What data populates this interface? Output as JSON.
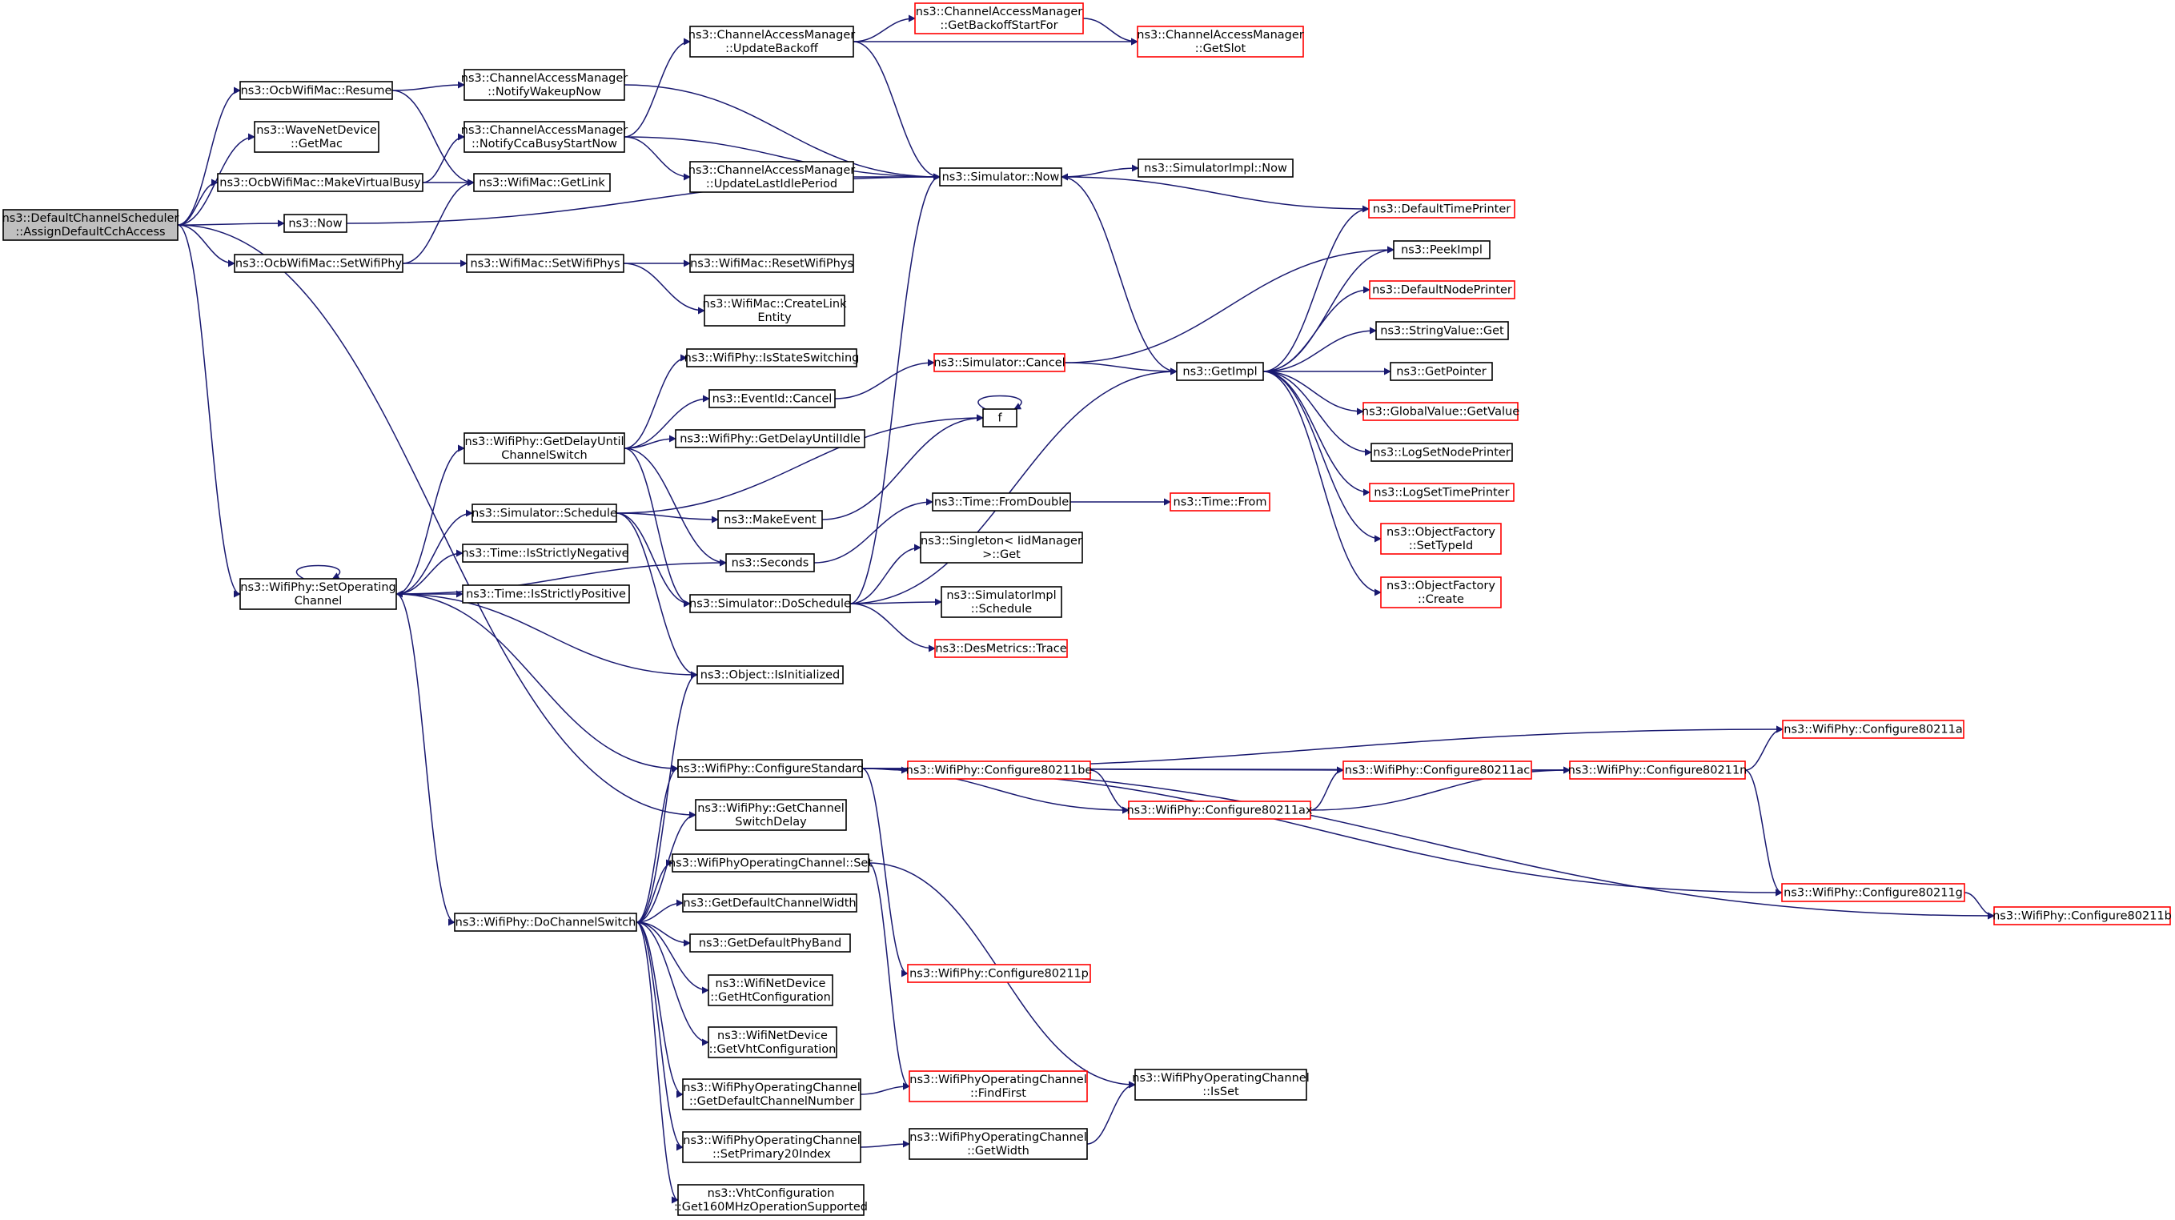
{
  "diagram": {
    "colors": {
      "edge": "#191970",
      "normal_border": "#000000",
      "red_border": "#ff0000",
      "root_fill": "#bfbfbf"
    },
    "nodes": [
      {
        "id": "root",
        "lines": [
          "ns3::DefaultChannelScheduler",
          "::AssignDefaultCchAccess"
        ],
        "style": "root"
      },
      {
        "id": "resume",
        "lines": [
          "ns3::OcbWifiMac::Resume"
        ],
        "style": "normal"
      },
      {
        "id": "wnd_getmac",
        "lines": [
          "ns3::WaveNetDevice",
          "::GetMac"
        ],
        "style": "normal"
      },
      {
        "id": "makevbusy",
        "lines": [
          "ns3::OcbWifiMac::MakeVirtualBusy"
        ],
        "style": "normal"
      },
      {
        "id": "now",
        "lines": [
          "ns3::Now"
        ],
        "style": "normal"
      },
      {
        "id": "setwifiphy",
        "lines": [
          "ns3::OcbWifiMac::SetWifiPhy"
        ],
        "style": "normal"
      },
      {
        "id": "setopch",
        "lines": [
          "ns3::WifiPhy::SetOperating",
          "Channel"
        ],
        "style": "normal"
      },
      {
        "id": "dochsw",
        "lines": [
          "ns3::WifiPhy::DoChannelSwitch"
        ],
        "style": "normal"
      },
      {
        "id": "cam_notifywake",
        "lines": [
          "ns3::ChannelAccessManager",
          "::NotifyWakeupNow"
        ],
        "style": "normal"
      },
      {
        "id": "cam_notifycca",
        "lines": [
          "ns3::ChannelAccessManager",
          "::NotifyCcaBusyStartNow"
        ],
        "style": "normal"
      },
      {
        "id": "getlink",
        "lines": [
          "ns3::WifiMac::GetLink"
        ],
        "style": "normal"
      },
      {
        "id": "setwifiphys",
        "lines": [
          "ns3::WifiMac::SetWifiPhys"
        ],
        "style": "normal"
      },
      {
        "id": "getdelayuntil",
        "lines": [
          "ns3::WifiPhy::GetDelayUntil",
          "ChannelSwitch"
        ],
        "style": "normal"
      },
      {
        "id": "schedule",
        "lines": [
          "ns3::Simulator::Schedule"
        ],
        "style": "normal"
      },
      {
        "id": "isneg",
        "lines": [
          "ns3::Time::IsStrictlyNegative"
        ],
        "style": "normal"
      },
      {
        "id": "ispos",
        "lines": [
          "ns3::Time::IsStrictlyPositive"
        ],
        "style": "normal"
      },
      {
        "id": "cam_updatebackoff",
        "lines": [
          "ns3::ChannelAccessManager",
          "::UpdateBackoff"
        ],
        "style": "normal"
      },
      {
        "id": "cam_updatelastidle",
        "lines": [
          "ns3::ChannelAccessManager",
          "::UpdateLastIdlePeriod"
        ],
        "style": "normal"
      },
      {
        "id": "resetwifiphys",
        "lines": [
          "ns3::WifiMac::ResetWifiPhys"
        ],
        "style": "normal"
      },
      {
        "id": "createlink",
        "lines": [
          "ns3::WifiMac::CreateLink",
          "Entity"
        ],
        "style": "normal"
      },
      {
        "id": "isstatesw",
        "lines": [
          "ns3::WifiPhy::IsStateSwitching"
        ],
        "style": "normal"
      },
      {
        "id": "eventcancel",
        "lines": [
          "ns3::EventId::Cancel"
        ],
        "style": "normal"
      },
      {
        "id": "getdelayidle",
        "lines": [
          "ns3::WifiPhy::GetDelayUntilIdle"
        ],
        "style": "normal"
      },
      {
        "id": "makeevent",
        "lines": [
          "ns3::MakeEvent"
        ],
        "style": "normal"
      },
      {
        "id": "seconds",
        "lines": [
          "ns3::Seconds"
        ],
        "style": "normal"
      },
      {
        "id": "doschedule",
        "lines": [
          "ns3::Simulator::DoSchedule"
        ],
        "style": "normal"
      },
      {
        "id": "isinit",
        "lines": [
          "ns3::Object::IsInitialized"
        ],
        "style": "normal"
      },
      {
        "id": "configstd",
        "lines": [
          "ns3::WifiPhy::ConfigureStandard"
        ],
        "style": "normal"
      },
      {
        "id": "getchswdelay",
        "lines": [
          "ns3::WifiPhy::GetChannel",
          "SwitchDelay"
        ],
        "style": "normal"
      },
      {
        "id": "opch_set",
        "lines": [
          "ns3::WifiPhyOperatingChannel::Set"
        ],
        "style": "normal"
      },
      {
        "id": "getdefchw",
        "lines": [
          "ns3::GetDefaultChannelWidth"
        ],
        "style": "normal"
      },
      {
        "id": "getdefband",
        "lines": [
          "ns3::GetDefaultPhyBand"
        ],
        "style": "normal"
      },
      {
        "id": "gethtcfg",
        "lines": [
          "ns3::WifiNetDevice",
          "::GetHtConfiguration"
        ],
        "style": "normal"
      },
      {
        "id": "getvhtcfg",
        "lines": [
          "ns3::WifiNetDevice",
          "::GetVhtConfiguration"
        ],
        "style": "normal"
      },
      {
        "id": "opch_getdefnum",
        "lines": [
          "ns3::WifiPhyOperatingChannel",
          "::GetDefaultChannelNumber"
        ],
        "style": "normal"
      },
      {
        "id": "opch_setprim",
        "lines": [
          "ns3::WifiPhyOperatingChannel",
          "::SetPrimary20Index"
        ],
        "style": "normal"
      },
      {
        "id": "vht_get160",
        "lines": [
          "ns3::VhtConfiguration",
          "::Get160MHzOperationSupported"
        ],
        "style": "normal"
      },
      {
        "id": "cam_getbackoffstart",
        "lines": [
          "ns3::ChannelAccessManager",
          "::GetBackoffStartFor"
        ],
        "style": "red"
      },
      {
        "id": "cam_getslot",
        "lines": [
          "ns3::ChannelAccessManager",
          "::GetSlot"
        ],
        "style": "red"
      },
      {
        "id": "sim_now",
        "lines": [
          "ns3::Simulator::Now"
        ],
        "style": "normal"
      },
      {
        "id": "simimpl_now",
        "lines": [
          "ns3::SimulatorImpl::Now"
        ],
        "style": "normal"
      },
      {
        "id": "sim_cancel",
        "lines": [
          "ns3::Simulator::Cancel"
        ],
        "style": "red"
      },
      {
        "id": "f",
        "lines": [
          "f"
        ],
        "style": "normal"
      },
      {
        "id": "fromdouble",
        "lines": [
          "ns3::Time::FromDouble"
        ],
        "style": "normal"
      },
      {
        "id": "timefrom",
        "lines": [
          "ns3::Time::From"
        ],
        "style": "red"
      },
      {
        "id": "singleton",
        "lines": [
          "ns3::Singleton< IidManager",
          ">::Get"
        ],
        "style": "normal"
      },
      {
        "id": "simimpl_sched",
        "lines": [
          "ns3::SimulatorImpl",
          "::Schedule"
        ],
        "style": "normal"
      },
      {
        "id": "desmetrics",
        "lines": [
          "ns3::DesMetrics::Trace"
        ],
        "style": "red"
      },
      {
        "id": "getimpl",
        "lines": [
          "ns3::GetImpl"
        ],
        "style": "normal"
      },
      {
        "id": "deftimeprinter",
        "lines": [
          "ns3::DefaultTimePrinter"
        ],
        "style": "red"
      },
      {
        "id": "peekimpl",
        "lines": [
          "ns3::PeekImpl"
        ],
        "style": "normal"
      },
      {
        "id": "defnodeprinter",
        "lines": [
          "ns3::DefaultNodePrinter"
        ],
        "style": "red"
      },
      {
        "id": "strvalget",
        "lines": [
          "ns3::StringValue::Get"
        ],
        "style": "normal"
      },
      {
        "id": "getpointer",
        "lines": [
          "ns3::GetPointer"
        ],
        "style": "normal"
      },
      {
        "id": "globalgetvalue",
        "lines": [
          "ns3::GlobalValue::GetValue"
        ],
        "style": "red"
      },
      {
        "id": "logsetnode",
        "lines": [
          "ns3::LogSetNodePrinter"
        ],
        "style": "normal"
      },
      {
        "id": "logsettime",
        "lines": [
          "ns3::LogSetTimePrinter"
        ],
        "style": "red"
      },
      {
        "id": "of_settypeid",
        "lines": [
          "ns3::ObjectFactory",
          "::SetTypeId"
        ],
        "style": "red"
      },
      {
        "id": "of_create",
        "lines": [
          "ns3::ObjectFactory",
          "::Create"
        ],
        "style": "red"
      },
      {
        "id": "cfg_be",
        "lines": [
          "ns3::WifiPhy::Configure80211be"
        ],
        "style": "red"
      },
      {
        "id": "cfg_p",
        "lines": [
          "ns3::WifiPhy::Configure80211p"
        ],
        "style": "red"
      },
      {
        "id": "opch_findfirst",
        "lines": [
          "ns3::WifiPhyOperatingChannel",
          "::FindFirst"
        ],
        "style": "red"
      },
      {
        "id": "opch_getwidth",
        "lines": [
          "ns3::WifiPhyOperatingChannel",
          "::GetWidth"
        ],
        "style": "normal"
      },
      {
        "id": "opch_isset",
        "lines": [
          "ns3::WifiPhyOperatingChannel",
          "::IsSet"
        ],
        "style": "normal"
      },
      {
        "id": "cfg_ax",
        "lines": [
          "ns3::WifiPhy::Configure80211ax"
        ],
        "style": "red"
      },
      {
        "id": "cfg_ac",
        "lines": [
          "ns3::WifiPhy::Configure80211ac"
        ],
        "style": "red"
      },
      {
        "id": "cfg_n",
        "lines": [
          "ns3::WifiPhy::Configure80211n"
        ],
        "style": "red"
      },
      {
        "id": "cfg_a",
        "lines": [
          "ns3::WifiPhy::Configure80211a"
        ],
        "style": "red"
      },
      {
        "id": "cfg_g",
        "lines": [
          "ns3::WifiPhy::Configure80211g"
        ],
        "style": "red"
      },
      {
        "id": "cfg_b",
        "lines": [
          "ns3::WifiPhy::Configure80211b"
        ],
        "style": "red"
      }
    ],
    "edges": [
      [
        "root",
        "resume"
      ],
      [
        "root",
        "wnd_getmac"
      ],
      [
        "root",
        "makevbusy"
      ],
      [
        "root",
        "now"
      ],
      [
        "root",
        "setwifiphy"
      ],
      [
        "root",
        "setopch"
      ],
      [
        "root",
        "getchswdelay"
      ],
      [
        "resume",
        "cam_notifywake"
      ],
      [
        "resume",
        "getlink"
      ],
      [
        "makevbusy",
        "cam_notifycca"
      ],
      [
        "makevbusy",
        "getlink"
      ],
      [
        "now",
        "sim_now"
      ],
      [
        "setwifiphy",
        "getlink"
      ],
      [
        "setwifiphy",
        "setwifiphys"
      ],
      [
        "setwifiphys",
        "resetwifiphys"
      ],
      [
        "setwifiphys",
        "createlink"
      ],
      [
        "cam_notifywake",
        "sim_now"
      ],
      [
        "cam_notifycca",
        "cam_updatebackoff"
      ],
      [
        "cam_notifycca",
        "sim_now"
      ],
      [
        "cam_notifycca",
        "cam_updatelastidle"
      ],
      [
        "cam_updatebackoff",
        "cam_getbackoffstart"
      ],
      [
        "cam_updatebackoff",
        "cam_getslot"
      ],
      [
        "cam_updatebackoff",
        "sim_now"
      ],
      [
        "cam_getbackoffstart",
        "cam_getslot"
      ],
      [
        "cam_updatelastidle",
        "sim_now"
      ],
      [
        "sim_now",
        "simimpl_now"
      ],
      [
        "sim_now",
        "getimpl"
      ],
      [
        "deftimeprinter",
        "sim_now"
      ],
      [
        "setopch",
        "setopch"
      ],
      [
        "setopch",
        "getdelayuntil"
      ],
      [
        "setopch",
        "schedule"
      ],
      [
        "setopch",
        "isneg"
      ],
      [
        "setopch",
        "ispos"
      ],
      [
        "setopch",
        "seconds"
      ],
      [
        "setopch",
        "isinit"
      ],
      [
        "setopch",
        "dochsw"
      ],
      [
        "getdelayuntil",
        "isstatesw"
      ],
      [
        "getdelayuntil",
        "eventcancel"
      ],
      [
        "getdelayuntil",
        "getdelayidle"
      ],
      [
        "getdelayuntil",
        "seconds"
      ],
      [
        "getdelayuntil",
        "doschedule"
      ],
      [
        "eventcancel",
        "sim_cancel"
      ],
      [
        "schedule",
        "makeevent"
      ],
      [
        "schedule",
        "f"
      ],
      [
        "schedule",
        "doschedule"
      ],
      [
        "schedule",
        "isinit"
      ],
      [
        "makeevent",
        "f"
      ],
      [
        "f",
        "f"
      ],
      [
        "seconds",
        "fromdouble"
      ],
      [
        "fromdouble",
        "timefrom"
      ],
      [
        "doschedule",
        "sim_now"
      ],
      [
        "doschedule",
        "getimpl"
      ],
      [
        "doschedule",
        "singleton"
      ],
      [
        "doschedule",
        "simimpl_sched"
      ],
      [
        "doschedule",
        "desmetrics"
      ],
      [
        "sim_cancel",
        "getimpl"
      ],
      [
        "sim_cancel",
        "peekimpl"
      ],
      [
        "getimpl",
        "deftimeprinter"
      ],
      [
        "getimpl",
        "peekimpl"
      ],
      [
        "getimpl",
        "defnodeprinter"
      ],
      [
        "getimpl",
        "strvalget"
      ],
      [
        "getimpl",
        "getpointer"
      ],
      [
        "getimpl",
        "globalgetvalue"
      ],
      [
        "getimpl",
        "logsetnode"
      ],
      [
        "getimpl",
        "logsettime"
      ],
      [
        "getimpl",
        "of_settypeid"
      ],
      [
        "getimpl",
        "of_create"
      ],
      [
        "configstd",
        "setopch"
      ],
      [
        "configstd",
        "cfg_a"
      ],
      [
        "configstd",
        "cfg_ac"
      ],
      [
        "configstd",
        "cfg_n"
      ],
      [
        "configstd",
        "cfg_be"
      ],
      [
        "configstd",
        "cfg_ax"
      ],
      [
        "configstd",
        "cfg_g"
      ],
      [
        "configstd",
        "cfg_b"
      ],
      [
        "configstd",
        "cfg_p"
      ],
      [
        "dochsw",
        "isinit"
      ],
      [
        "dochsw",
        "configstd"
      ],
      [
        "dochsw",
        "getchswdelay"
      ],
      [
        "dochsw",
        "opch_set"
      ],
      [
        "dochsw",
        "getdefchw"
      ],
      [
        "dochsw",
        "getdefband"
      ],
      [
        "dochsw",
        "gethtcfg"
      ],
      [
        "dochsw",
        "getvhtcfg"
      ],
      [
        "dochsw",
        "opch_getdefnum"
      ],
      [
        "dochsw",
        "opch_setprim"
      ],
      [
        "dochsw",
        "vht_get160"
      ],
      [
        "opch_set",
        "opch_findfirst"
      ],
      [
        "opch_set",
        "opch_isset"
      ],
      [
        "opch_getdefnum",
        "opch_findfirst"
      ],
      [
        "opch_setprim",
        "opch_getwidth"
      ],
      [
        "opch_getwidth",
        "opch_isset"
      ],
      [
        "cfg_be",
        "cfg_ax"
      ],
      [
        "cfg_ax",
        "cfg_ac"
      ],
      [
        "cfg_ax",
        "cfg_n"
      ],
      [
        "cfg_ac",
        "cfg_n"
      ],
      [
        "cfg_n",
        "cfg_a"
      ],
      [
        "cfg_n",
        "cfg_g"
      ],
      [
        "cfg_g",
        "cfg_b"
      ]
    ]
  }
}
